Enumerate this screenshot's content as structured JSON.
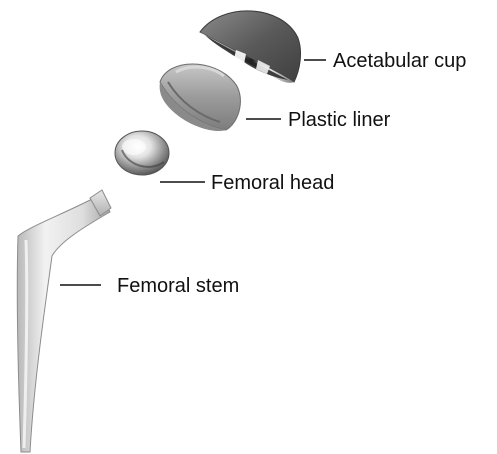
{
  "labels": {
    "acetabular_cup": "Acetabular cup",
    "plastic_liner": "Plastic liner",
    "femoral_head": "Femoral head",
    "femoral_stem": "Femoral stem"
  },
  "colors": {
    "cup_shell": "#5e5e5e",
    "liner": "#a9a9a9",
    "head": "#c8c8c8",
    "stem": "#d9d9d9",
    "text": "#111111"
  }
}
